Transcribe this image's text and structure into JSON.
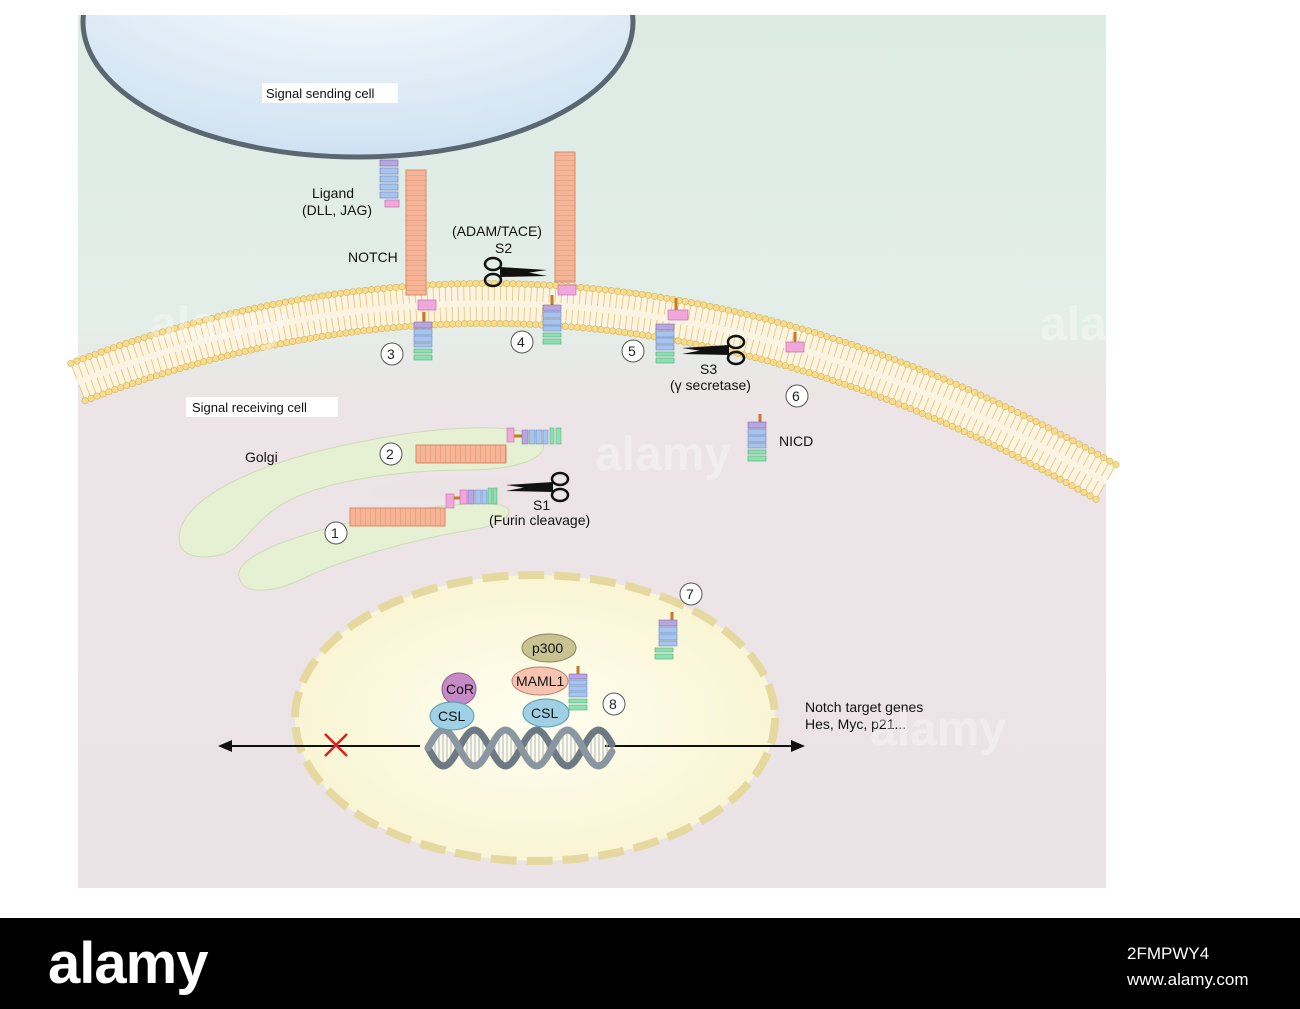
{
  "labels": {
    "signal_sending_cell": "Signal sending cell",
    "ligand": "Ligand",
    "ligand_types": "(DLL, JAG)",
    "notch": "NOTCH",
    "adam_tace": "(ADAM/TACE)",
    "s2": "S2",
    "s3": "S3",
    "gamma_secretase": "(γ secretase)",
    "signal_receiving_cell": "Signal receiving cell",
    "golgi": "Golgi",
    "s1": "S1",
    "furin_cleavage": "(Furin cleavage)",
    "nicd": "NICD",
    "p300": "p300",
    "maml1": "MAML1",
    "cor": "CoR",
    "csl_left": "CSL",
    "csl_right": "CSL",
    "target_genes_line1": "Notch target genes",
    "target_genes_line2": "Hes, Myc, p21..."
  },
  "steps": [
    "1",
    "2",
    "3",
    "4",
    "5",
    "6",
    "7",
    "8"
  ],
  "watermark": {
    "brand": "alamy",
    "image_id": "2FMPWY4",
    "site": "www.alamy.com"
  },
  "colors": {
    "background_top": "#dfece6",
    "background_bottom": "#ece4e6",
    "sending_cell": "#cfe3f3",
    "membrane_head": "#f3d68a",
    "golgi": "#e6f0d2",
    "nucleus": "#fbf8dc",
    "notch_ecd": "#f6b596",
    "inhibition_mark": "#e02020"
  }
}
